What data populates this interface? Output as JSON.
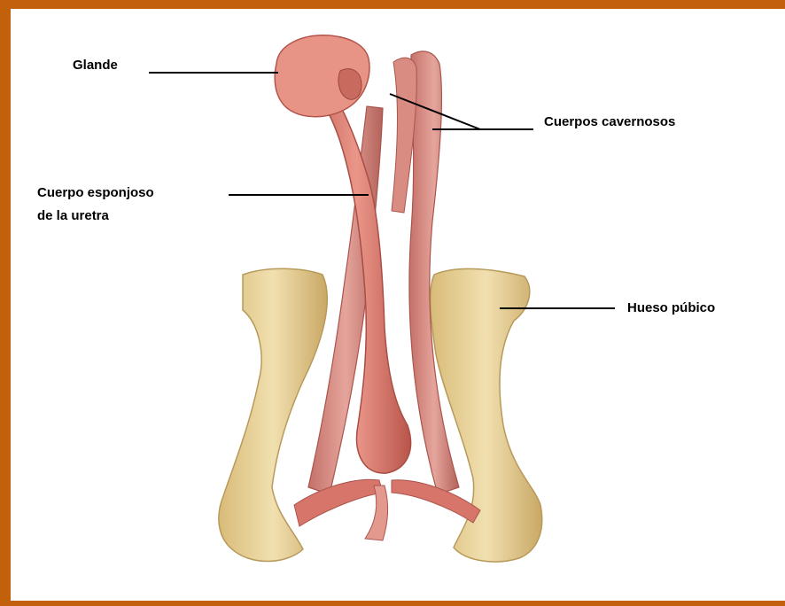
{
  "colors": {
    "frame": "#c2600c",
    "background": "#ffffff",
    "muscle": "#d9776c",
    "muscle_dark": "#b8564c",
    "bone": "#e6cf92",
    "bone_dark": "#b79a5a",
    "leader_line": "#000000"
  },
  "labels": {
    "glande": "Glande",
    "cuerpos_cavernosos": "Cuerpos cavernosos",
    "cuerpo_esponjoso_line1": "Cuerpo esponjoso",
    "cuerpo_esponjoso_line2": "de la uretra",
    "hueso_pubico": "Hueso púbico"
  }
}
